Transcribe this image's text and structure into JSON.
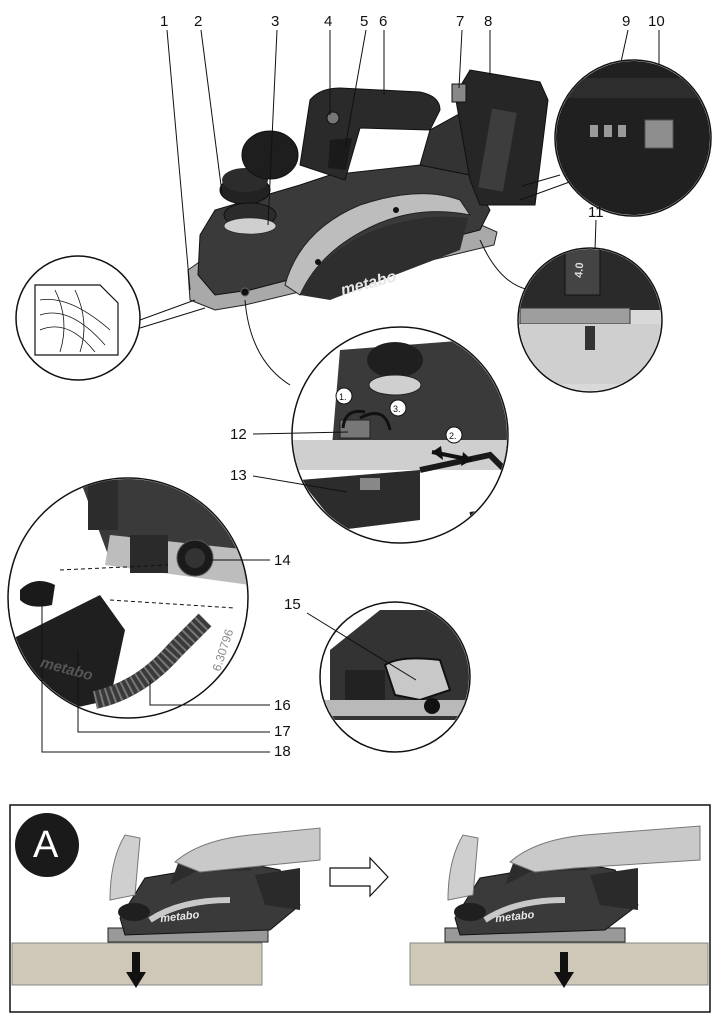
{
  "figure": {
    "callouts": {
      "c1": "1",
      "c2": "2",
      "c3": "3",
      "c4": "4",
      "c5": "5",
      "c6": "6",
      "c7": "7",
      "c8": "8",
      "c9": "9",
      "c10": "10",
      "c11": "11",
      "c12": "12",
      "c13": "13",
      "c14": "14",
      "c15": "15",
      "c16": "16",
      "c17": "17",
      "c18": "18"
    },
    "steps": {
      "s1": "1.",
      "s2": "2.",
      "s3": "3."
    },
    "brand_main": "metabo",
    "brand_bag": "metabo",
    "brand_small_left": "metabo",
    "brand_small_right": "metabo",
    "battery_capacity": "4.0",
    "part_number": "6.30796"
  },
  "panel": {
    "letter": "A"
  },
  "colors": {
    "tool_body": "#3a3a3a",
    "tool_dark": "#1e1e1e",
    "metal": "#a9a9a9",
    "panel_circle": "#1a1a1a",
    "wood": "#cfc7b8"
  }
}
